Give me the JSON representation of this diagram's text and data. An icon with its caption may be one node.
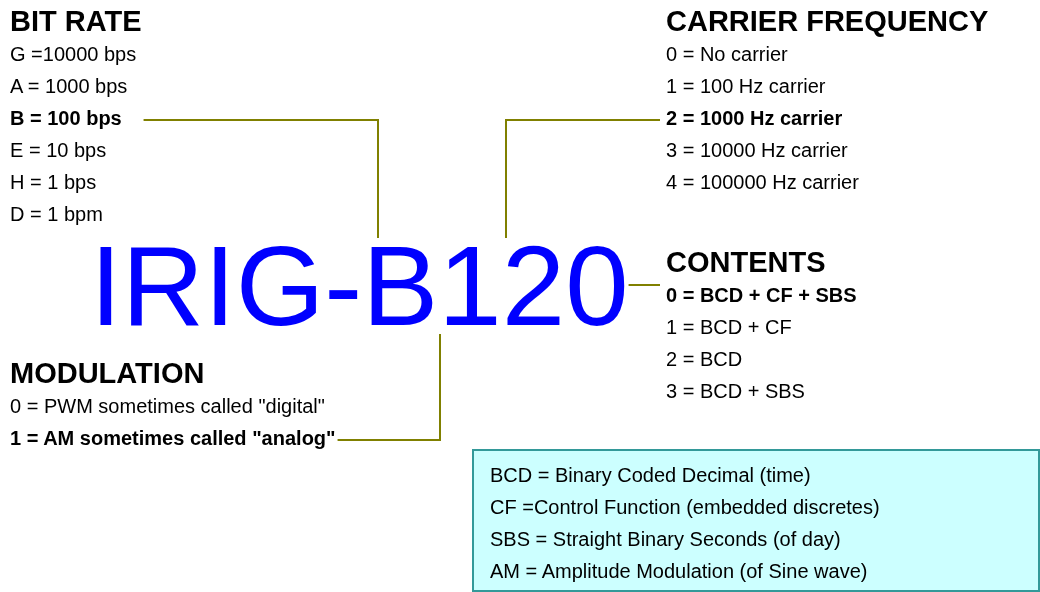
{
  "diagram": {
    "nodes": [
      {
        "text": [
          "BIT RATE",
          "G =10000 bps",
          "A = 1000 bps",
          "**B = 100 bps**",
          "E = 10 bps",
          "H = 1 bps",
          "D = 1 bpm"
        ]
      },
      {
        "text": [
          "CARRIER FREQUENCY",
          "0 = No carrier",
          "1 = 100 Hz carrier",
          "**2 = 1000 Hz carrier**",
          "3 = 10000 Hz carrier",
          "4 = 100000 Hz carrier"
        ]
      },
      {
        "text": [
          "IRIG-B120"
        ]
      },
      {
        "text": [
          "CONTENTS",
          "**0 = BCD + CF + SBS**",
          "1 = BCD + CF",
          "2 = BCD",
          "3 = BCD + SBS"
        ]
      },
      {
        "text": [
          "MODULATION",
          "0 = PWM sometimes called \"digital\"",
          "**1 = AM sometimes called \"analog\"**"
        ]
      },
      {
        "text": [
          "BCD = Binary Coded Decimal (time)",
          "CF =Control Function (embedded discretes)",
          "SBS = Straight Binary Seconds (of day)",
          "AM = Amplitude Modulation (of Sine wave)"
        ]
      }
    ],
    "edges": [
      {
        "from": 0,
        "to": 2,
        "arrow": "none"
      },
      {
        "from": 1,
        "to": 2,
        "arrow": "none"
      },
      {
        "from": 3,
        "to": 2,
        "arrow": "none"
      },
      {
        "from": 4,
        "to": 2,
        "arrow": "none"
      }
    ]
  }
}
